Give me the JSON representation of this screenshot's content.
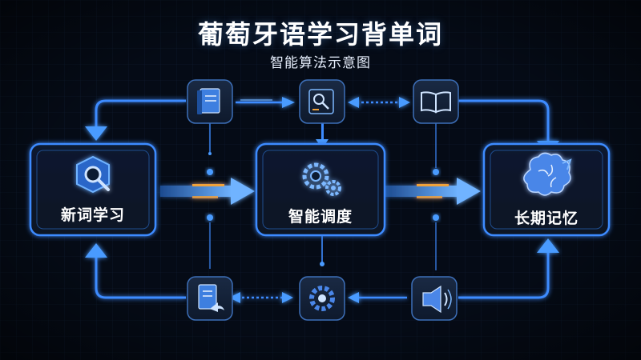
{
  "title": "葡萄牙语学习背单词",
  "subtitle": "智能算法示意图",
  "nodes": {
    "new_word": {
      "label": "新词学习"
    },
    "scheduler": {
      "label": "智能调度"
    },
    "long_term": {
      "label": "长期记忆"
    }
  },
  "icons": {
    "top": [
      "book-icon",
      "inspect-icon",
      "open-book-icon"
    ],
    "bottom": [
      "document-share-icon",
      "gear-icon",
      "megaphone-icon"
    ]
  },
  "colors": {
    "background": "#050b16",
    "accent": "#3d8bff",
    "glow": "#55a7ff",
    "highlight": "#f0a23a"
  }
}
